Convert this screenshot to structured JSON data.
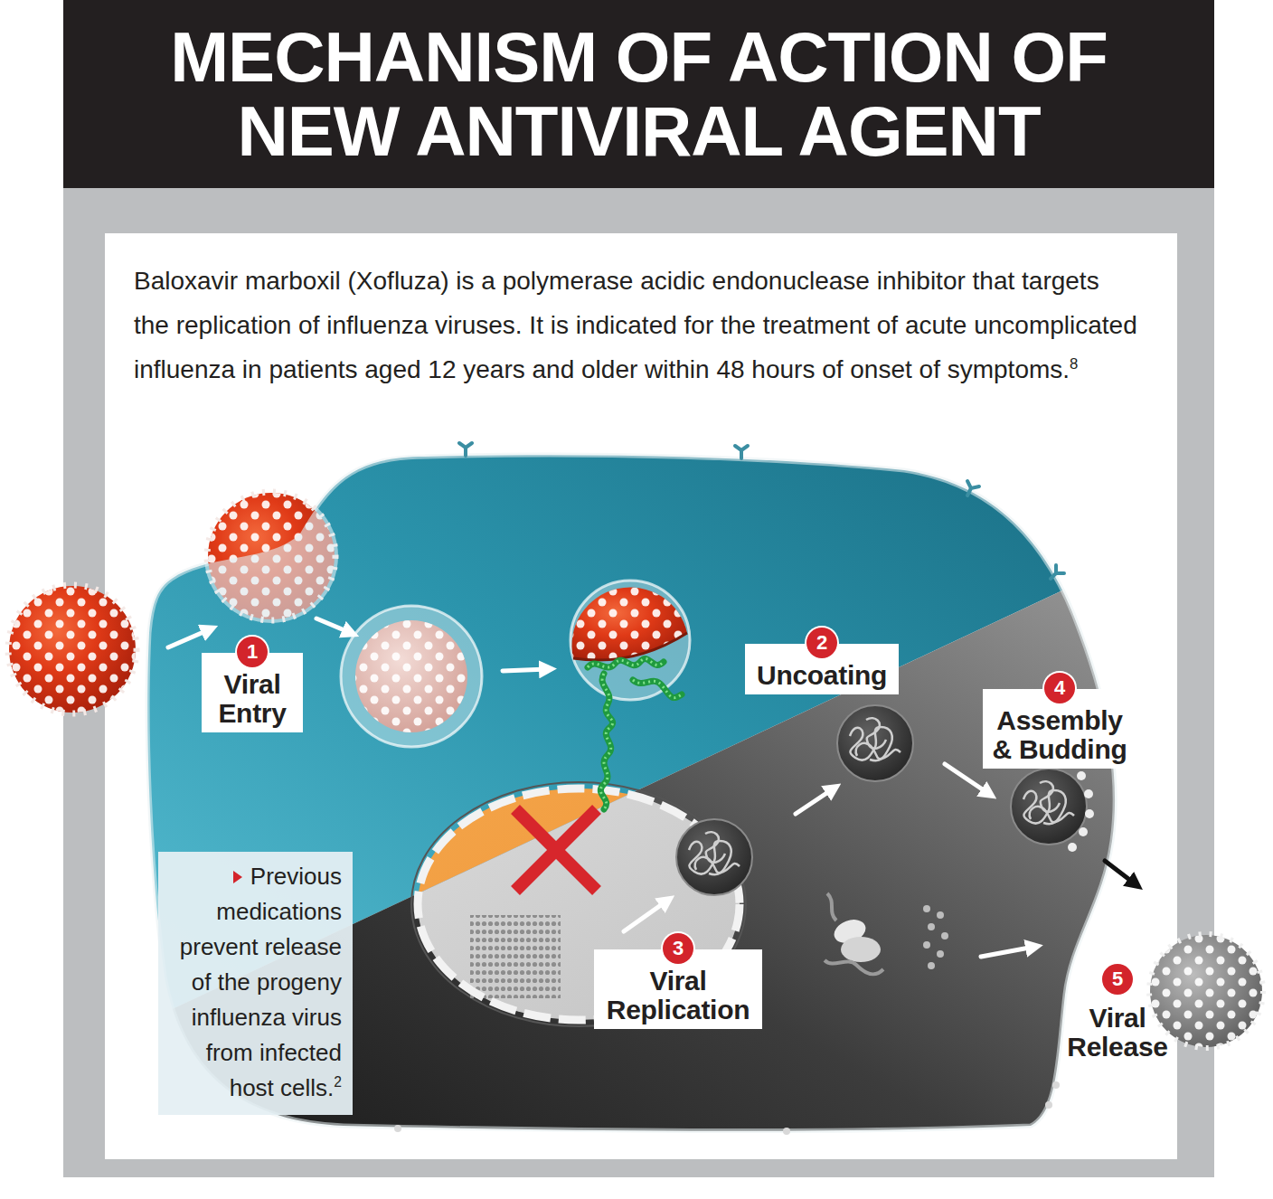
{
  "diagram": {
    "title": "MECHANISM OF ACTION OF NEW ANTIVIRAL AGENT",
    "nodes": [
      {
        "text": [
          "Baloxavir marboxil (Xofluza) is a polymerase acidic endonuclease inhibitor that targets the replication of influenza viruses. It is indicated for the treatment of acute uncomplicated influenza in patients aged 12 years and older within 48 hours of onset of symptoms."
        ]
      },
      {
        "text": [
          "1",
          "Viral Entry"
        ],
        "in": 0
      },
      {
        "text": [
          "2",
          "Uncoating"
        ],
        "in": 0
      },
      {
        "text": [
          "3",
          "Viral Replication"
        ],
        "in": 0
      },
      {
        "text": [
          "4",
          "Assembly & Budding"
        ],
        "in": 0
      },
      {
        "text": [
          "Previous medications prevent release of the progeny influenza virus from infected host cells."
        ],
        "in": 0
      }
    ],
    "labels": [
      "8",
      "2",
      "5",
      "Viral Release"
    ]
  }
}
